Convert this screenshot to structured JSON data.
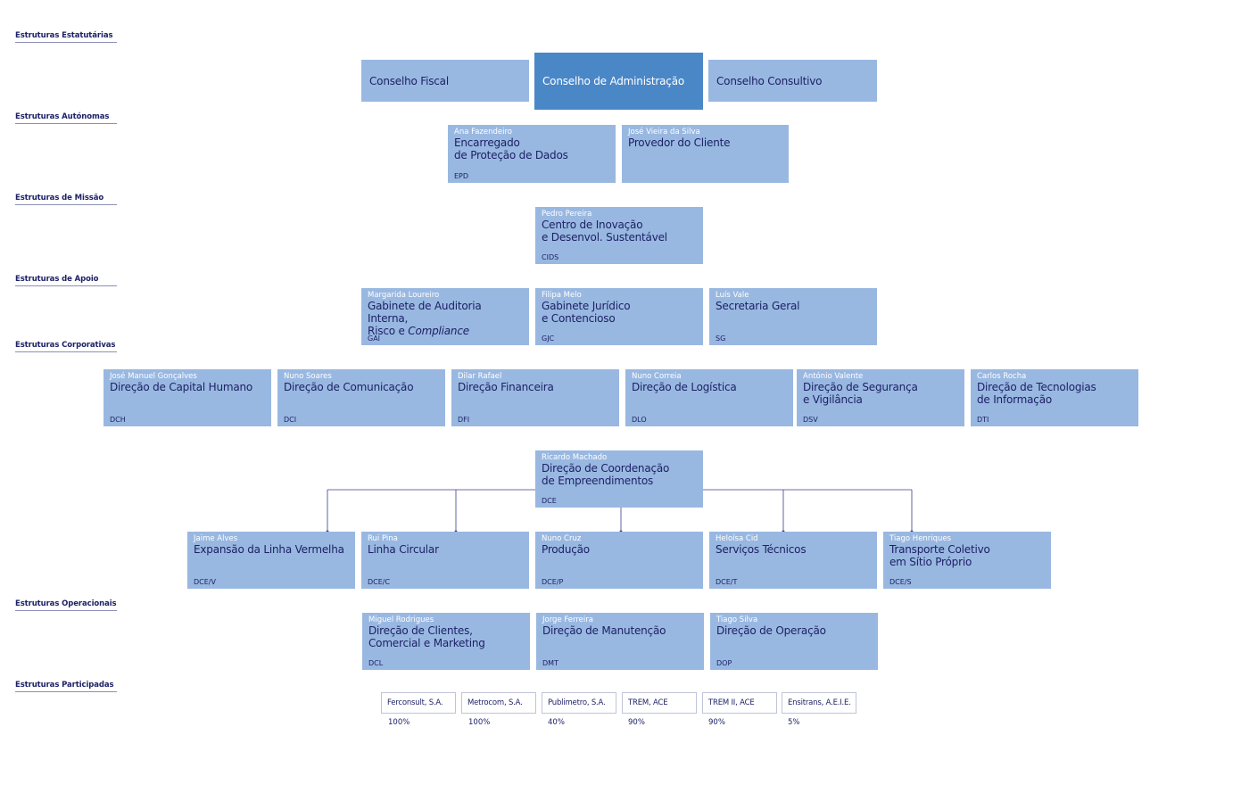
{
  "sections": {
    "estatutarias": "Estruturas Estatutárias",
    "autonomas": "Estruturas Autónomas",
    "missao": "Estruturas de Missão",
    "apoio": "Estruturas de Apoio",
    "corporativas": "Estruturas Corporativas",
    "operacionais": "Estruturas Operacionais",
    "participadas": "Estruturas Participadas"
  },
  "estatutarias": {
    "fiscal": "Conselho Fiscal",
    "administracao": "Conselho de Administração",
    "consultivo": "Conselho Consultivo"
  },
  "autonomas": [
    {
      "person": "Ana Fazendeiro",
      "title": "Encarregado\nde Proteção de Dados",
      "abbr": "EPD"
    },
    {
      "person": "José Vieira da Silva",
      "title": "Provedor do Cliente",
      "abbr": ""
    }
  ],
  "missao": {
    "person": "Pedro Pereira",
    "title": "Centro de Inovação\ne Desenvol. Sustentável",
    "abbr": "CIDS"
  },
  "apoio": [
    {
      "person": "Margarida Loureiro",
      "title_a": "Gabinete de Auditoria Interna,\nRisco e ",
      "title_b": "Compliance",
      "abbr": "GAI"
    },
    {
      "person": "Filipa Melo",
      "title": "Gabinete Jurídico\ne Contencioso",
      "abbr": "GJC"
    },
    {
      "person": "Luís Vale",
      "title": "Secretaria Geral",
      "abbr": "SG"
    }
  ],
  "corporativas": [
    {
      "person": "José Manuel Gonçalves",
      "title": "Direção de Capital Humano",
      "abbr": "DCH"
    },
    {
      "person": "Nuno Soares",
      "title": "Direção de Comunicação",
      "abbr": "DCI"
    },
    {
      "person": "Dilar Rafael",
      "title": "Direção Financeira",
      "abbr": "DFI"
    },
    {
      "person": "Nuno Correia",
      "title": "Direção de Logística",
      "abbr": "DLO"
    },
    {
      "person": "António Valente",
      "title": "Direção de Segurança\ne Vigilância",
      "abbr": "DSV"
    },
    {
      "person": "Carlos Rocha",
      "title": "Direção de Tecnologias\nde Informação",
      "abbr": "DTI"
    }
  ],
  "coordenacao": {
    "person": "Ricardo Machado",
    "title": "Direção de Coordenação\nde Empreendimentos",
    "abbr": "DCE"
  },
  "empreendimentos": [
    {
      "person": "Jaime Alves",
      "title": "Expansão da Linha Vermelha",
      "abbr": "DCE/V"
    },
    {
      "person": "Rui Pina",
      "title": "Linha Circular",
      "abbr": "DCE/C"
    },
    {
      "person": "Nuno Cruz",
      "title": "Produção",
      "abbr": "DCE/P"
    },
    {
      "person": "Heloísa Cid",
      "title": "Serviços Técnicos",
      "abbr": "DCE/T"
    },
    {
      "person": "Tiago Henriques",
      "title": "Transporte Coletivo\nem Sítio Próprio",
      "abbr": "DCE/S"
    }
  ],
  "operacionais": [
    {
      "person": "Miguel Rodrigues",
      "title": "Direção de Clientes,\nComercial e Marketing",
      "abbr": "DCL"
    },
    {
      "person": "Jorge Ferreira",
      "title": "Direção de Manutenção",
      "abbr": "DMT"
    },
    {
      "person": "Tiago Silva",
      "title": "Direção de Operação",
      "abbr": "DOP"
    }
  ],
  "participadas": [
    {
      "name": "Ferconsult, S.A.",
      "pct": "100%"
    },
    {
      "name": "Metrocom, S.A.",
      "pct": "100%"
    },
    {
      "name": "Publimetro, S.A.",
      "pct": "40%"
    },
    {
      "name": "TREM, ACE",
      "pct": "90%"
    },
    {
      "name": "TREM II, ACE",
      "pct": "90%"
    },
    {
      "name": "Ensitrans, A.E.I.E.",
      "pct": "5%"
    }
  ],
  "colors": {
    "box": "#99b8e1",
    "box_dark": "#4a87c7",
    "text": "#1d2166",
    "person": "#ffffff"
  }
}
